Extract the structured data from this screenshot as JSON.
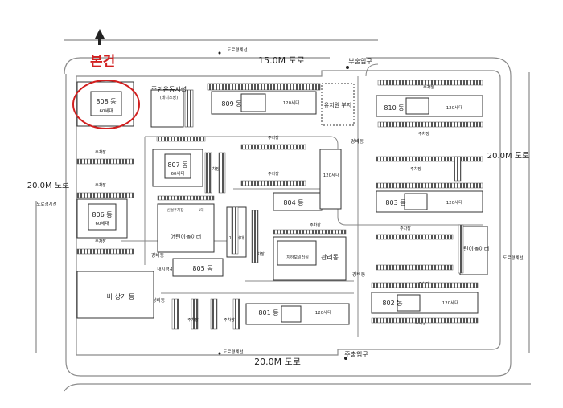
{
  "north": {
    "label": "N"
  },
  "highlight": {
    "label": "본건",
    "color": "#d21f1f"
  },
  "roads": {
    "top": "15.0M 도로",
    "bottom": "20.0M 도로",
    "left": "20.0M 도로",
    "right": "20.0M 도로"
  },
  "boundary": {
    "top": "도로경계선",
    "left": "도로경계선",
    "right": "도로경계선",
    "bottom": "도로경계선",
    "inner": "대지경계선"
  },
  "gates": {
    "sub": "부출입구",
    "main": "주출입구"
  },
  "buildings": {
    "b808": {
      "name": "808 동",
      "units": "60세대"
    },
    "b807": {
      "name": "807 동",
      "units": "60세대"
    },
    "b806": {
      "name": "806 동",
      "units": "60세대"
    },
    "b805": {
      "name": "805 동"
    },
    "b809": {
      "name": "809 동",
      "units": "120세대"
    },
    "b810": {
      "name": "810 동",
      "units": "120세대"
    },
    "b804": {
      "name": "804 동",
      "units": "120세대"
    },
    "b803": {
      "name": "803 동",
      "units": "120세대"
    },
    "b802": {
      "name": "802 동",
      "units": "120세대"
    },
    "b801": {
      "name": "801 동",
      "units": "120세대"
    },
    "community": {
      "name": "주민운동시설",
      "sub": "(테니스장)"
    },
    "kinder": {
      "name": "유치원 부지"
    },
    "daycare_w": {
      "name": "어린이놀이터"
    },
    "daycare_e": {
      "name": "어린이놀이터"
    },
    "mgmt": {
      "name": "관리동"
    },
    "mgmt_sub": {
      "name": "지하보일러실"
    },
    "store": {
      "name": "바 상가 동"
    }
  },
  "guard": {
    "a": "경비동",
    "b": "경비동",
    "c": "경비동",
    "d": "경비동"
  },
  "parking": {
    "label": "주차장",
    "new": "신설주차장",
    "count": "1대"
  },
  "small": {
    "units120": "120세대"
  }
}
